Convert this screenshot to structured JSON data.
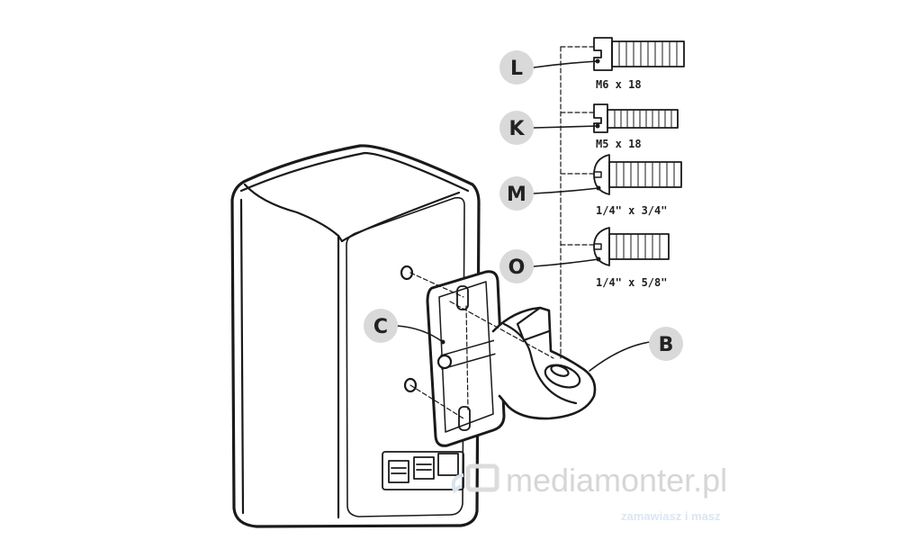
{
  "callouts": {
    "L": "L",
    "K": "K",
    "M": "M",
    "O": "O",
    "C": "C",
    "B": "B"
  },
  "screws": [
    {
      "id": "L",
      "size": "M6 x 18"
    },
    {
      "id": "K",
      "size": "M5 x 18"
    },
    {
      "id": "M",
      "size": "1/4\" x 3/4\""
    },
    {
      "id": "O",
      "size": "1/4\" x 5/8\""
    }
  ],
  "watermark": {
    "brand": "mediamonter.pl",
    "tagline": "zamawiasz i masz"
  },
  "colors": {
    "callout_fill": "#d9d9d9",
    "line": "#1a1a1a"
  }
}
